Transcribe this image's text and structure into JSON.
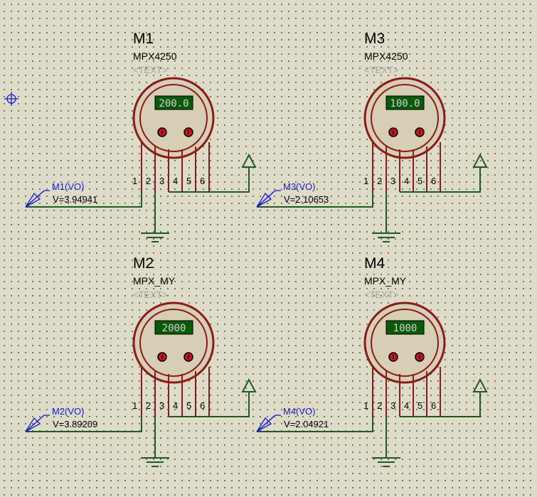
{
  "origin_marker": "origin-crosshair-icon",
  "colors": {
    "background": "#dedcc9",
    "body_outline": "#8b1a1a",
    "body_fill": "#d6cfb6",
    "display_bg": "#0a5a0a",
    "wire": "#1f5a1f",
    "probe": "#1a1ad6"
  },
  "components": [
    {
      "ref": "M1",
      "value": "MPX4250",
      "text": "<TEXT>",
      "display": "200.0",
      "pins": [
        "1",
        "2",
        "3",
        "4",
        "5",
        "6"
      ],
      "probe": {
        "label": "M1(VO)",
        "reading": "V=3.94941",
        "icon": "probe-arrow-icon"
      }
    },
    {
      "ref": "M3",
      "value": "MPX4250",
      "text": "<TEXT>",
      "display": "100.0",
      "pins": [
        "1",
        "2",
        "3",
        "4",
        "5",
        "6"
      ],
      "probe": {
        "label": "M3(VO)",
        "reading": "V=2.10653",
        "icon": "probe-arrow-icon"
      }
    },
    {
      "ref": "M2",
      "value": "MPX_MY",
      "text": "<TEXT>",
      "display": "2000",
      "pins": [
        "1",
        "2",
        "3",
        "4",
        "5",
        "6"
      ],
      "probe": {
        "label": "M2(VO)",
        "reading": "V=3.89209",
        "icon": "probe-arrow-icon"
      }
    },
    {
      "ref": "M4",
      "value": "MPX_MY",
      "text": "<TEXT>",
      "display": "1000",
      "pins": [
        "1",
        "2",
        "3",
        "4",
        "5",
        "6"
      ],
      "probe": {
        "label": "M4(VO)",
        "reading": "V=2.04921",
        "icon": "probe-arrow-icon"
      }
    }
  ]
}
